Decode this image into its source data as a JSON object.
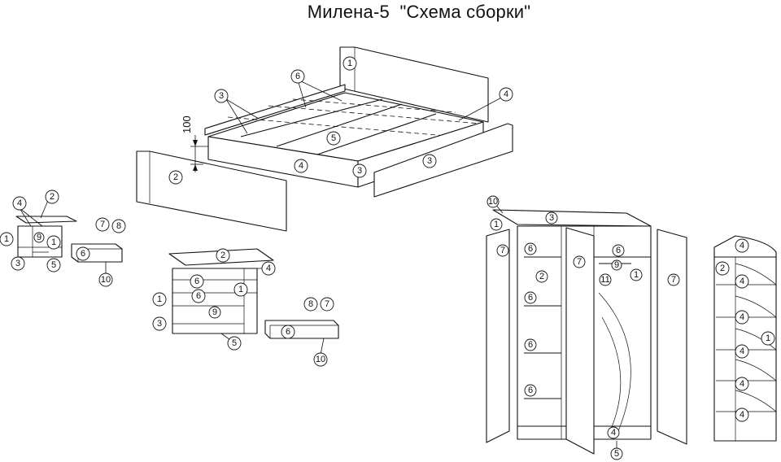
{
  "title": "Милена-5  \"Схема сборки\"",
  "dimension_label": "100",
  "part_numbers": {
    "p1": "1",
    "p2": "2",
    "p3": "3",
    "p4": "4",
    "p5": "5",
    "p6": "6",
    "p7": "7",
    "p8": "8",
    "p9": "9",
    "p10": "10",
    "p11": "11"
  }
}
